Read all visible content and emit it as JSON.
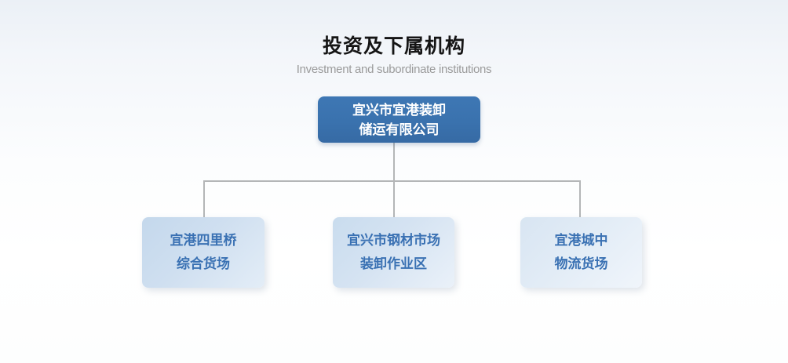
{
  "page": {
    "title": "投资及下属机构",
    "subtitle": "Investment and subordinate institutions"
  },
  "org_chart": {
    "root": {
      "name": "宜兴市宜港装卸储运有限公司",
      "line1": "宜兴市宜港装卸",
      "line2": "储运有限公司"
    },
    "children": [
      {
        "name": "宜港四里桥综合货场",
        "line1": "宜港四里桥",
        "line2": "综合货场"
      },
      {
        "name": "宜兴市钢材市场装卸作业区",
        "line1": "宜兴市钢材市场",
        "line2": "装卸作业区"
      },
      {
        "name": "宜港城中物流货场",
        "line1": "宜港城中",
        "line2": "物流货场"
      }
    ]
  },
  "colors": {
    "primary_blue": "#3a72ae",
    "child_box_light_blue": "#c9dcee",
    "child_box_lighter_blue": "#dce8f4",
    "child_text_blue": "#3a71b3",
    "connector_gray": "#b4b6b7",
    "title_black": "#151515",
    "subtitle_gray": "#9b9b9b",
    "background_top": "#ebf0f6",
    "background_bottom": "#ffffff"
  }
}
